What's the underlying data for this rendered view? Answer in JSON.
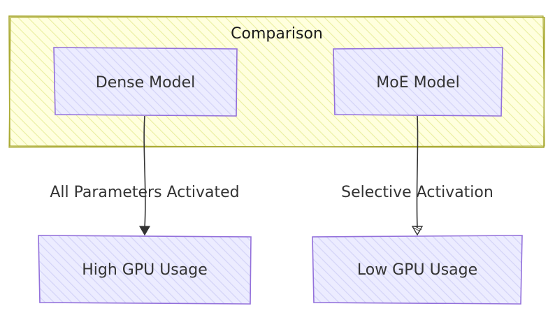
{
  "subgraph": {
    "title": "Comparison"
  },
  "nodes": {
    "dense": {
      "label": "Dense Model"
    },
    "moe": {
      "label": "MoE Model"
    },
    "high_gpu": {
      "label": "High GPU Usage"
    },
    "low_gpu": {
      "label": "Low GPU Usage"
    }
  },
  "edges": {
    "dense_to_high": {
      "label": "All Parameters Activated"
    },
    "moe_to_low": {
      "label": "Selective Activation"
    }
  },
  "colors": {
    "subgraph_fill": "#ffffde",
    "subgraph_hatch": "#e8f0a0",
    "subgraph_stroke": "#aaaa33",
    "node_fill": "#ececff",
    "node_hatch": "#c9c9f5",
    "node_stroke": "#9370db",
    "edge": "#333333"
  }
}
